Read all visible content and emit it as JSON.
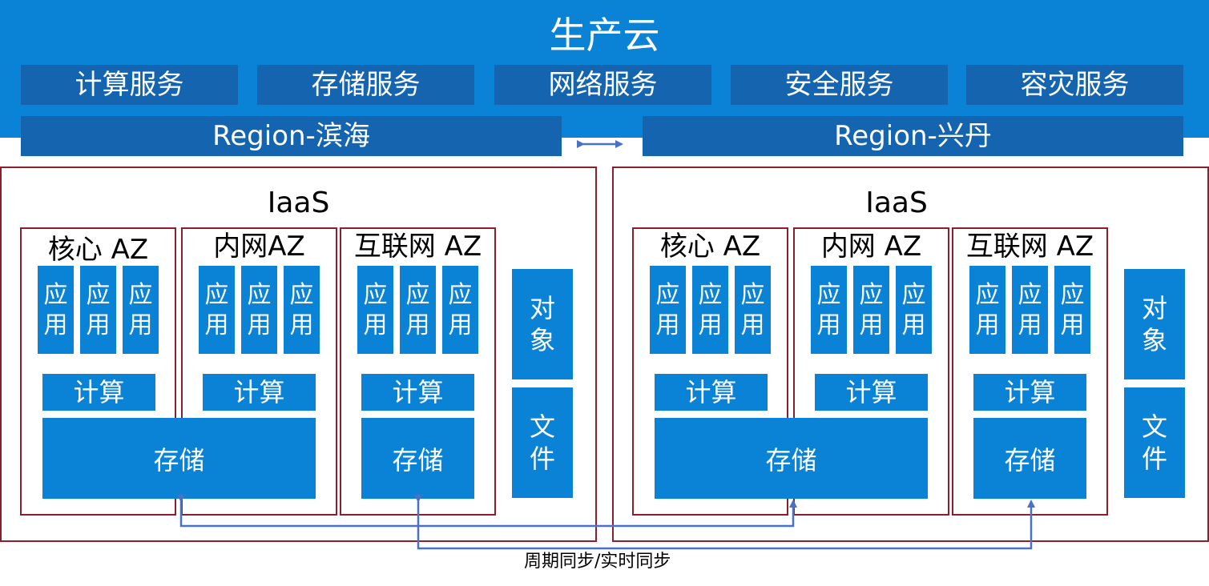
{
  "banner": {
    "title": "生产云",
    "services": [
      "计算服务",
      "存储服务",
      "网络服务",
      "安全服务",
      "容灾服务"
    ]
  },
  "regions": [
    {
      "name": "Region-滨海",
      "iaas": "IaaS",
      "azs": [
        {
          "label": "核心 AZ",
          "apps": [
            "应用",
            "应用",
            "应用"
          ],
          "compute": "计算"
        },
        {
          "label": "内网AZ",
          "apps": [
            "应用",
            "应用",
            "应用"
          ],
          "compute": "计算"
        },
        {
          "label": "互联网 AZ",
          "apps": [
            "应用",
            "应用",
            "应用"
          ],
          "compute": "计算",
          "storage": "存储"
        }
      ],
      "shared_storage": "存储",
      "object": "对象",
      "file": "文件"
    },
    {
      "name": "Region-兴丹",
      "iaas": "IaaS",
      "azs": [
        {
          "label": "核心 AZ",
          "apps": [
            "应用",
            "应用",
            "应用"
          ],
          "compute": "计算"
        },
        {
          "label": "内网 AZ",
          "apps": [
            "应用",
            "应用",
            "应用"
          ],
          "compute": "计算"
        },
        {
          "label": "互联网 AZ",
          "apps": [
            "应用",
            "应用",
            "应用"
          ],
          "compute": "计算",
          "storage": "存储"
        }
      ],
      "shared_storage": "存储",
      "object": "对象",
      "file": "文件"
    }
  ],
  "sync_label": "周期同步/实时同步",
  "colors": {
    "banner_blue": "#0a82d6",
    "dark_blue": "#1464b0",
    "border_red": "#8a1f2e",
    "arrow_blue": "#4a72c4"
  }
}
